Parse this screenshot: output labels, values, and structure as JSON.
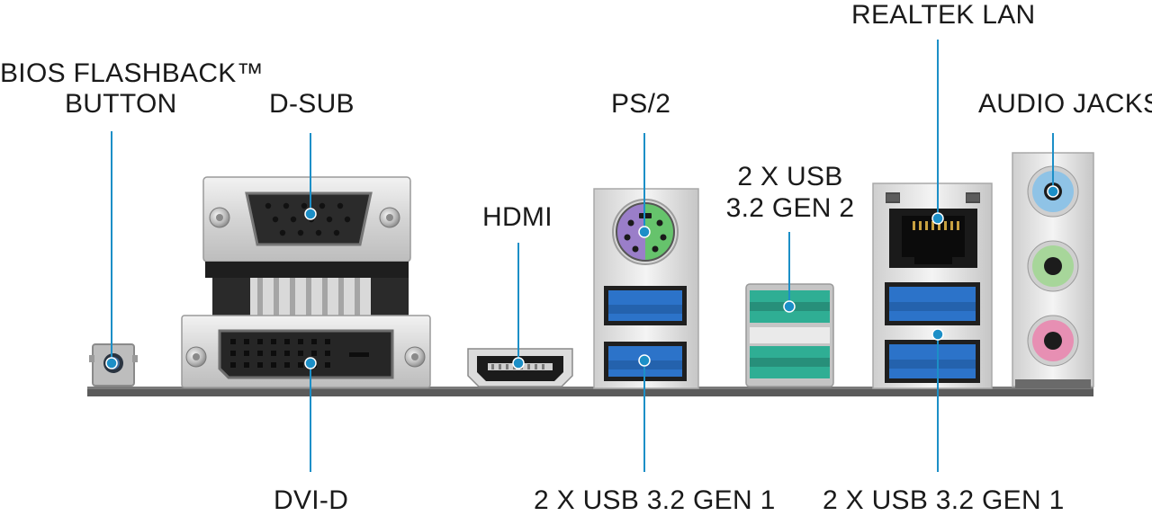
{
  "labels": {
    "bios_line1": "BIOS FLASHBACK™",
    "bios_line2": "BUTTON",
    "dsub": "D-SUB",
    "dvid": "DVI-D",
    "hdmi": "HDMI",
    "ps2": "PS/2",
    "usb_gen2_line1": "2 X USB",
    "usb_gen2_line2": "3.2 GEN 2",
    "usb_gen1_left": "2 X USB 3.2 GEN 1",
    "usb_gen1_right": "2 X USB 3.2 GEN 1",
    "lan": "REALTEK LAN",
    "audio": "AUDIO JACKS"
  },
  "colors": {
    "leader": "#1c8fc7",
    "usb_gen1": "#2c73c9",
    "usb_gen2": "#2fae94",
    "ps2_mouse": "#66c36c",
    "ps2_keyboard": "#9a7ec9",
    "audio_blue": "#8fc3e6",
    "audio_green": "#a7d69a",
    "audio_pink": "#e78fb3"
  }
}
